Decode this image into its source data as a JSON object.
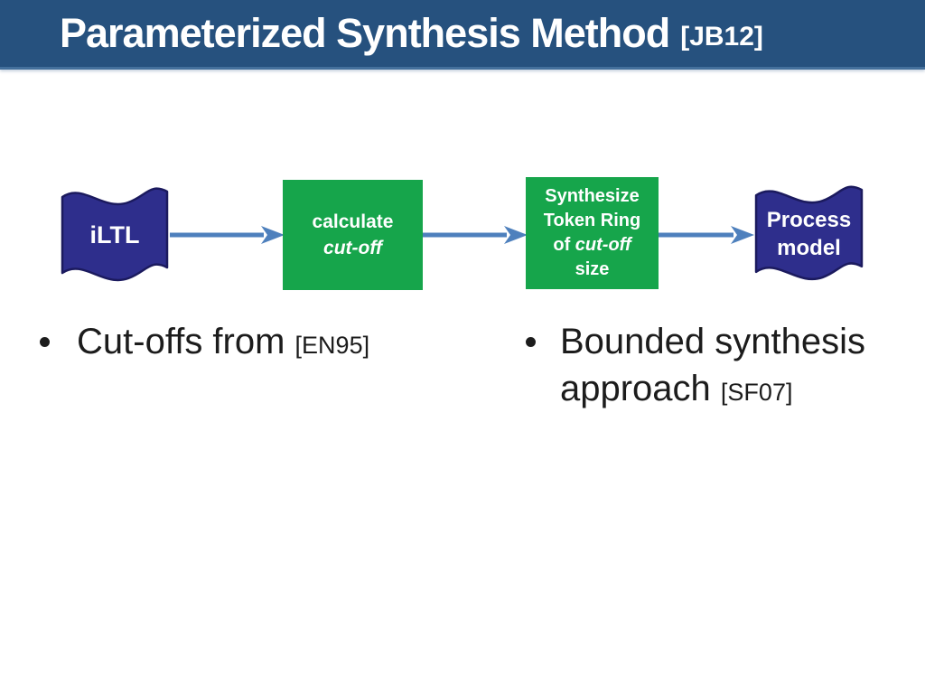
{
  "slide": {
    "title": {
      "main": "Parameterized Synthesis Method",
      "cite": "[JB12]"
    },
    "colors": {
      "header_bg": "#26517E",
      "header_edge": "#44709C",
      "node_fill": "#2E2E8C",
      "node_stroke": "#1B1A5E",
      "box_fill": "#16A54B",
      "arrow": "#4E80BD",
      "text": "#1C1C1C"
    },
    "diagram": {
      "nodes": [
        {
          "id": "iltl",
          "type": "wave",
          "label": "iLTL"
        },
        {
          "id": "calculate",
          "type": "box",
          "line1": "calculate",
          "line2_italic": "cut-off"
        },
        {
          "id": "synthesize",
          "type": "box",
          "line1": "Synthesize",
          "line2": "Token Ring",
          "line3_prefix": "of ",
          "line3_italic": "cut-off",
          "line4": "size"
        },
        {
          "id": "process-model",
          "type": "wave",
          "line1": "Process",
          "line2": "model"
        }
      ],
      "connectors": [
        {
          "from": "iltl",
          "to": "calculate"
        },
        {
          "from": "calculate",
          "to": "synthesize"
        },
        {
          "from": "synthesize",
          "to": "process-model"
        }
      ]
    },
    "bullets": [
      {
        "text": "Cut-offs from ",
        "cite": "[EN95]"
      },
      {
        "line1": "Bounded synthesis",
        "line2": "approach ",
        "cite": "[SF07]"
      }
    ]
  }
}
